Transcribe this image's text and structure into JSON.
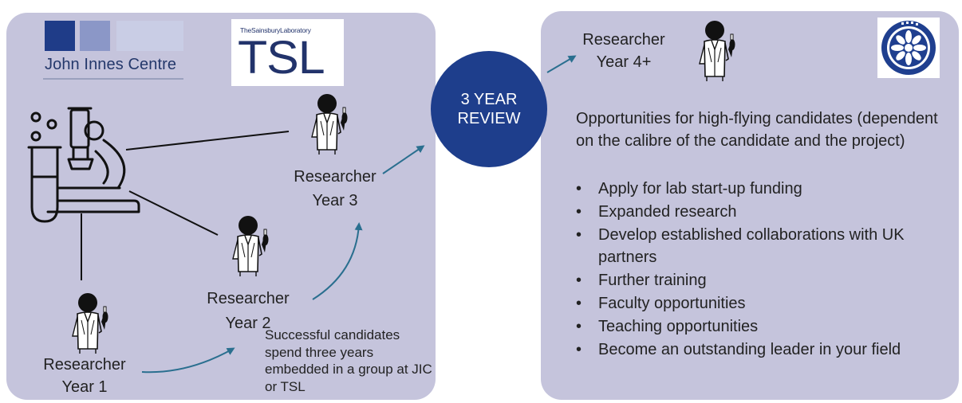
{
  "logos": {
    "jic_name": "John Innes Centre",
    "tsl_small": "TheSainsburyLaboratory",
    "tsl_big": "TSL",
    "jic_colors": [
      "#1f3c88",
      "#8b97c7",
      "#c9cde5"
    ],
    "cas_icon": "cas-seal-icon"
  },
  "stages": {
    "year1": {
      "role": "Researcher",
      "year": "Year 1"
    },
    "year2": {
      "role": "Researcher",
      "year": "Year 2"
    },
    "year3": {
      "role": "Researcher",
      "year": "Year 3"
    },
    "year4": {
      "role": "Researcher",
      "year": "Year 4+"
    }
  },
  "review": {
    "line1": "3 YEAR",
    "line2": "REVIEW",
    "color": "#1e3e8c"
  },
  "embed_note": "Successful candidates spend three years embedded in a group at JIC or TSL",
  "opportunities": {
    "intro": "Opportunities for high-flying candidates (dependent on the calibre of the candidate and the project)",
    "items": [
      "Apply for lab start-up funding",
      "Expanded research",
      "Develop established collaborations with UK partners",
      "Further training",
      "Faculty opportunities",
      "Teaching opportunities",
      "Become an outstanding leader in your field"
    ]
  },
  "colors": {
    "panel": "#c5c4dc",
    "arrow": "#2a6f8f",
    "logo_navy": "#22336b"
  },
  "icons": [
    "microscope-icon",
    "researcher-icon"
  ]
}
